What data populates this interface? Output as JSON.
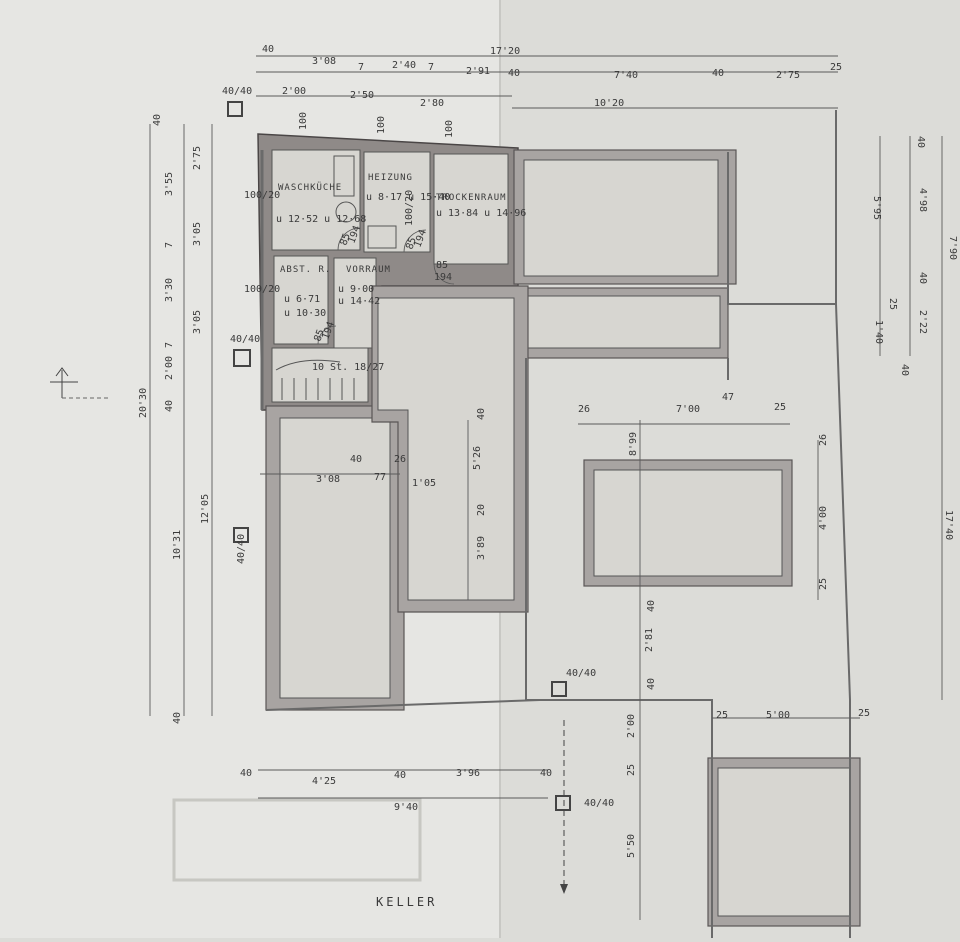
{
  "plan": {
    "title": "KELLER",
    "rooms": {
      "waschkueche": {
        "name": "WASCHKÜCHE",
        "area": "u 12·52 u 12·68"
      },
      "heizung": {
        "name": "HEIZUNG",
        "area": "u 8·17 u 15·40"
      },
      "trockenraum": {
        "name": "TROCKENRAUM",
        "area": "u 13·84 u 14·96"
      },
      "abstellraum": {
        "name": "ABST. R.",
        "area1": "u 6·71",
        "area2": "u 10·30"
      },
      "vorraum": {
        "name": "VORRAUM",
        "area1": "u 9·00",
        "area2": "u 14·42"
      },
      "stair": {
        "label": "10 St. 18/27"
      }
    },
    "dims_top_row1": [
      "40",
      "3'08",
      "7",
      "2'40",
      "7",
      "2'91",
      "40",
      "7'40",
      "40",
      "2'75",
      "25"
    ],
    "dims_top_row2": [
      "2'00",
      "2'50",
      "2'80"
    ],
    "dim_overall_top": "17'20",
    "dim_mid_top": "10'20",
    "dims_left": [
      "40",
      "3'55",
      "2'75",
      "7",
      "3'05",
      "3'30",
      "3'05",
      "7",
      "2'00",
      "40",
      "20'30",
      "12'05",
      "10'31",
      "40"
    ],
    "dims_right": [
      "40",
      "5'95",
      "4'98",
      "7'90",
      "40",
      "25",
      "2'22",
      "1'40",
      "40",
      "17'40"
    ],
    "dims_center": {
      "d_308": "3'08",
      "d_40a": "40",
      "d_26a": "26",
      "d_77": "77",
      "d_105": "1'05",
      "d_526": "5'26",
      "d_20": "20",
      "d_389": "3'89",
      "d_40b": "40",
      "d_26b": "26",
      "d_700": "7'00",
      "d_25a": "25",
      "d_899": "8'99",
      "d_26c": "26",
      "d_400": "4'00",
      "d_25b": "25",
      "d_47": "47",
      "d_40c": "40",
      "d_40d": "40",
      "d_281": "2'81",
      "d_200": "2'00",
      "d_25c": "25",
      "d_550": "5'50",
      "d_25d": "25",
      "d_500": "5'00",
      "d_25e": "25"
    },
    "dims_bottom": [
      "40",
      "4'25",
      "40",
      "3'96",
      "40"
    ],
    "dim_overall_bottom": "9'40",
    "column_labels": [
      "40/40",
      "40/40",
      "40/40",
      "40/40",
      "40/40"
    ],
    "window_labels": [
      "100",
      "100",
      "100",
      "100/20",
      "100/20",
      "100/20"
    ],
    "door_labels": [
      "85",
      "194",
      "85",
      "194",
      "85",
      "194",
      "85",
      "194"
    ]
  }
}
